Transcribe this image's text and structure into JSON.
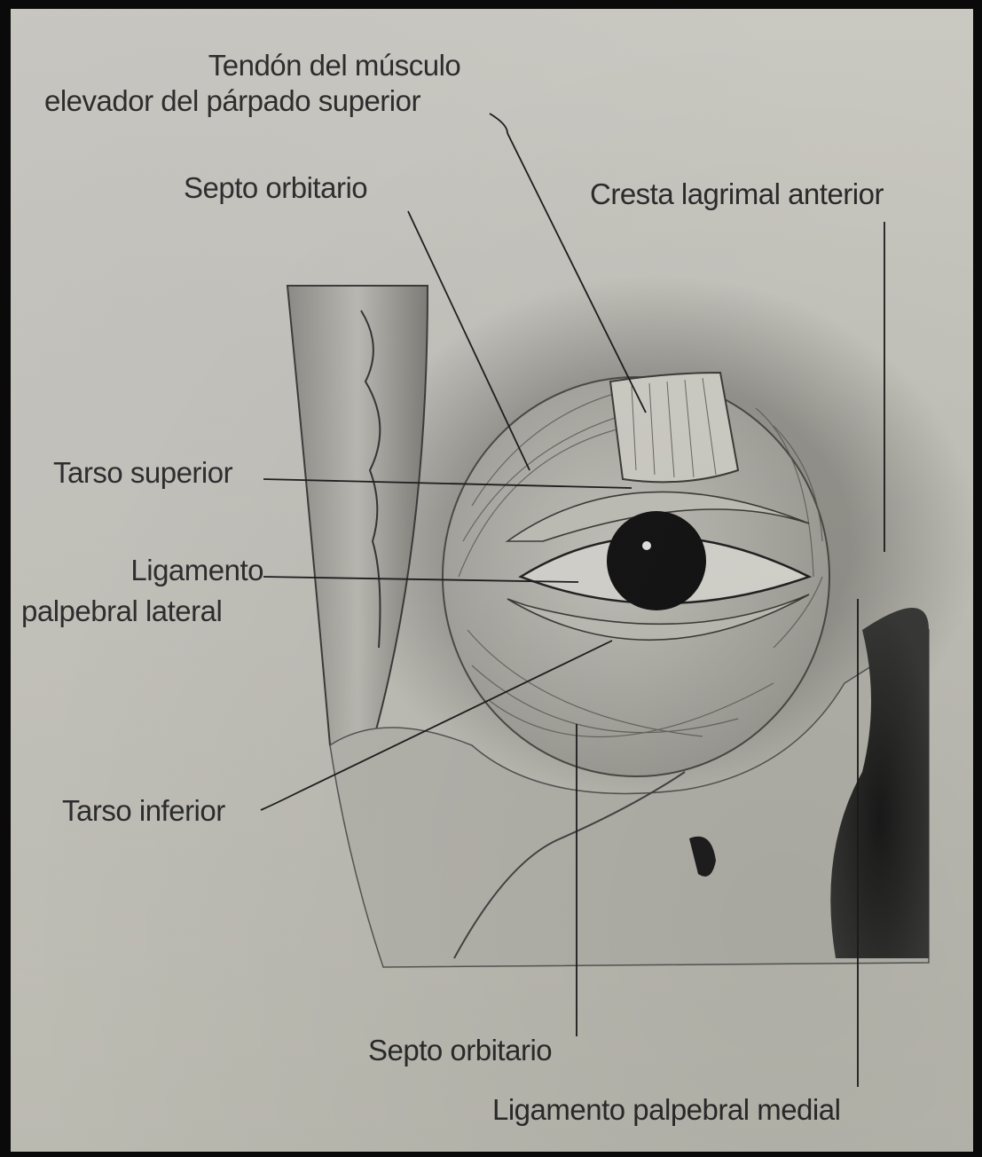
{
  "labels": {
    "tendon_line1": "Tendón del músculo",
    "tendon_line2": "elevador del párpado superior",
    "septo_top": "Septo orbitario",
    "cresta": "Cresta lagrimal anterior",
    "tarso_superior": "Tarso superior",
    "ligamento_lateral_line1": "Ligamento",
    "ligamento_lateral_line2": "palpebral lateral",
    "tarso_inferior": "Tarso inferior",
    "septo_bottom": "Septo orbitario",
    "ligamento_medial": "Ligamento palpebral medial"
  },
  "colors": {
    "paper": "#c7c6be",
    "ink": "#2b2b2b",
    "frame": "#0a0a0a"
  }
}
